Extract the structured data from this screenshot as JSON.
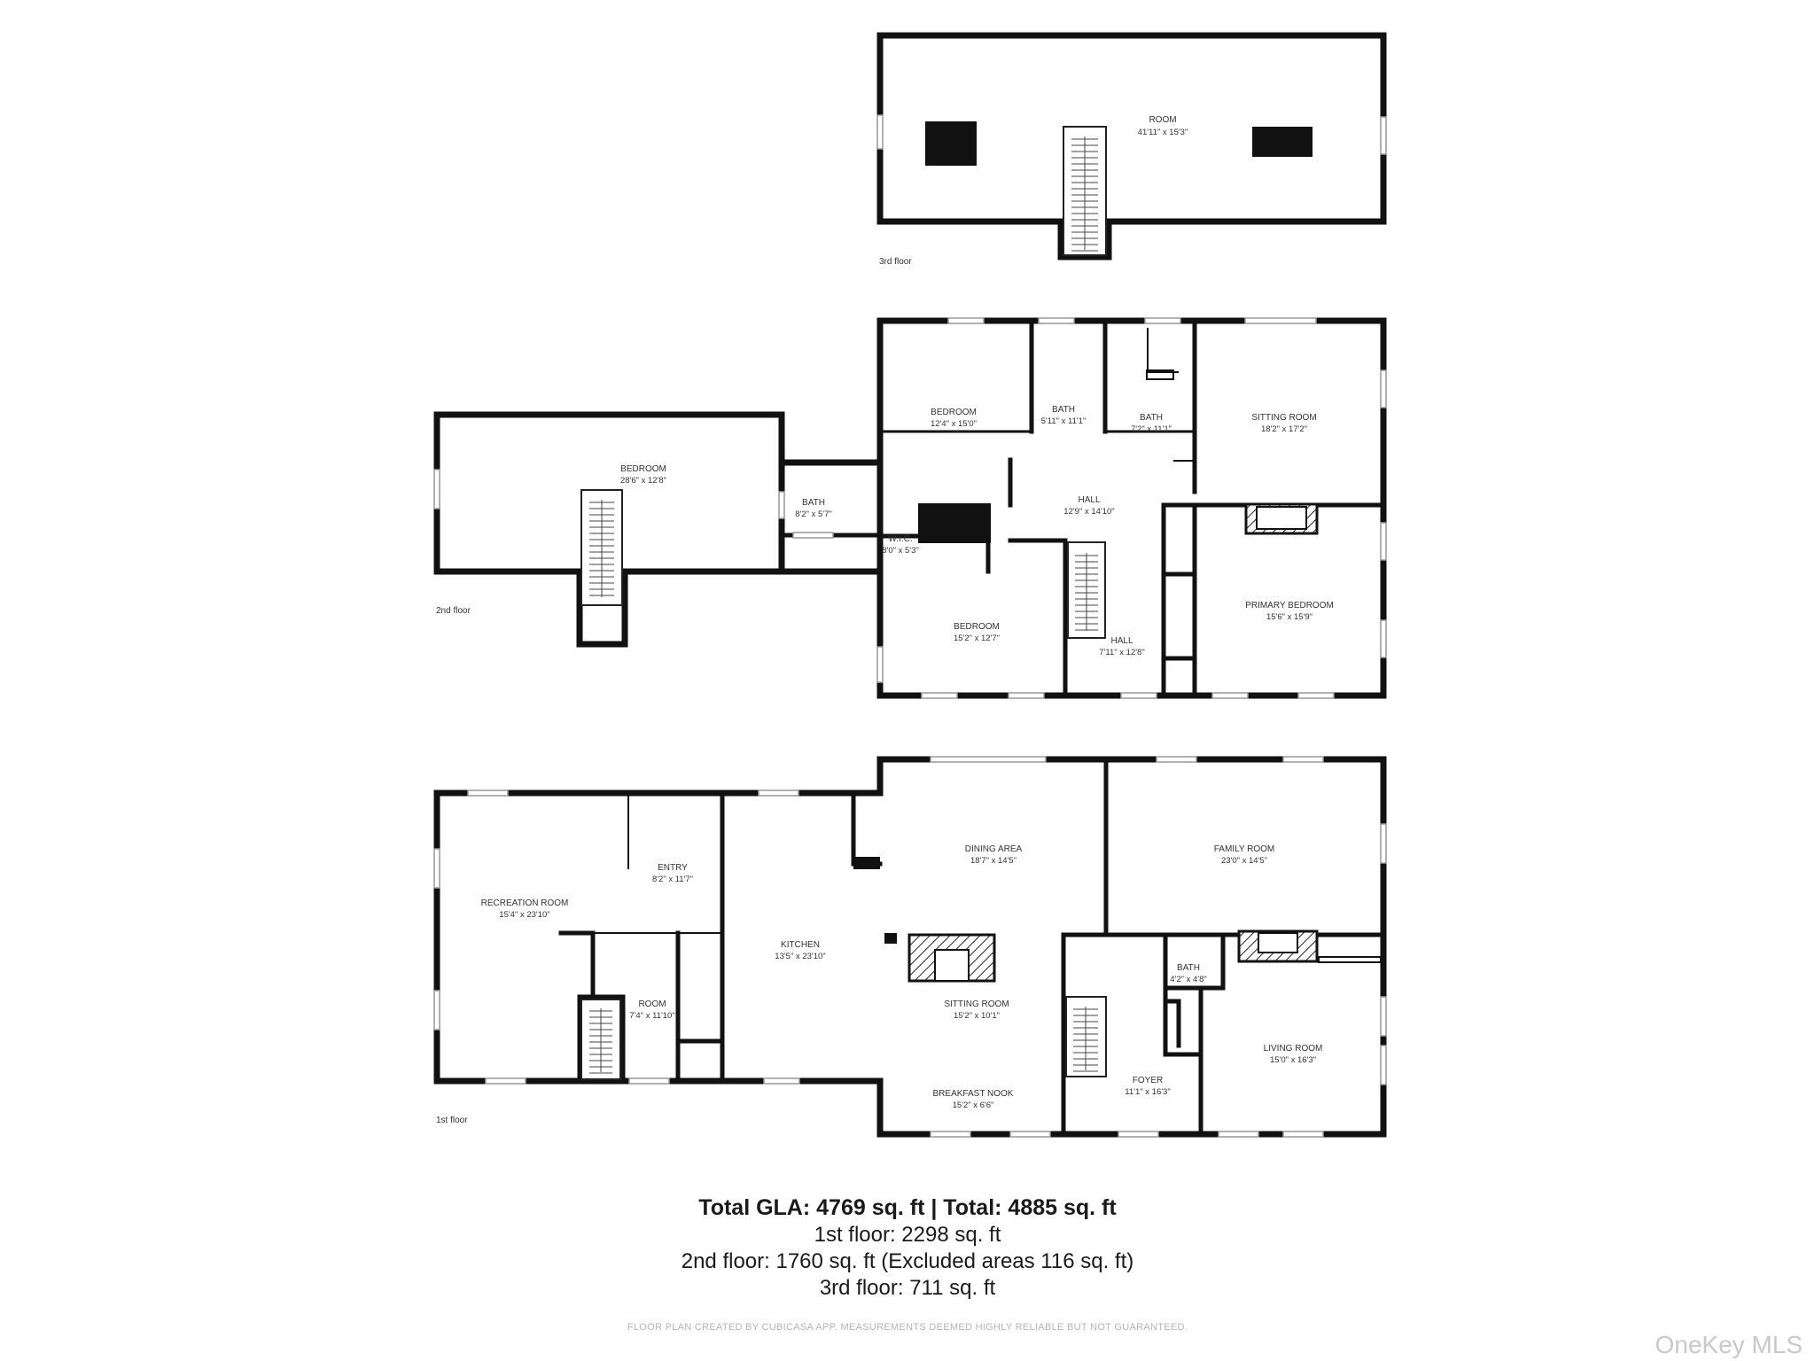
{
  "floors": {
    "third": {
      "label": "3rd floor",
      "rooms": [
        {
          "name": "ROOM",
          "dims": "41'11\" x 15'3\""
        }
      ]
    },
    "second": {
      "label": "2nd floor",
      "rooms": [
        {
          "name": "BEDROOM",
          "dims": "28'6\" x 12'8\""
        },
        {
          "name": "BATH",
          "dims": "8'2\" x 5'7\""
        },
        {
          "name": "BEDROOM",
          "dims": "12'4\" x 15'0\""
        },
        {
          "name": "BATH",
          "dims": "5'11\" x 11'1\""
        },
        {
          "name": "BATH",
          "dims": "7'2\" x 11'1\""
        },
        {
          "name": "SITTING ROOM",
          "dims": "18'2\" x 17'2\""
        },
        {
          "name": "HALL",
          "dims": "12'9\" x 14'10\""
        },
        {
          "name": "W.I.C.",
          "dims": "8'0\" x 5'3\""
        },
        {
          "name": "BEDROOM",
          "dims": "15'2\" x 12'7\""
        },
        {
          "name": "HALL",
          "dims": "7'11\" x 12'8\""
        },
        {
          "name": "PRIMARY BEDROOM",
          "dims": "15'6\" x 15'9\""
        }
      ]
    },
    "first": {
      "label": "1st floor",
      "rooms": [
        {
          "name": "RECREATION ROOM",
          "dims": "15'4\" x 23'10\""
        },
        {
          "name": "ENTRY",
          "dims": "8'2\" x 11'7\""
        },
        {
          "name": "ROOM",
          "dims": "7'4\" x 11'10\""
        },
        {
          "name": "KITCHEN",
          "dims": "13'5\" x 23'10\""
        },
        {
          "name": "DINING AREA",
          "dims": "18'7\" x 14'5\""
        },
        {
          "name": "FAMILY ROOM",
          "dims": "23'0\" x 14'5\""
        },
        {
          "name": "SITTING ROOM",
          "dims": "15'2\" x 10'1\""
        },
        {
          "name": "BREAKFAST NOOK",
          "dims": "15'2\" x 6'6\""
        },
        {
          "name": "BATH",
          "dims": "4'2\" x 4'8\""
        },
        {
          "name": "FOYER",
          "dims": "11'1\" x 16'3\""
        },
        {
          "name": "LIVING ROOM",
          "dims": "15'0\" x 16'3\""
        }
      ]
    }
  },
  "summary": {
    "total": "Total GLA: 4769 sq. ft | Total: 4885 sq. ft",
    "first_floor": "1st floor: 2298 sq. ft",
    "second_floor": "2nd floor: 1760 sq. ft (Excluded areas 116 sq. ft)",
    "third_floor": "3rd floor: 711 sq. ft"
  },
  "footer_note": "FLOOR PLAN CREATED BY CUBICASA APP. MEASUREMENTS DEEMED HIGHLY RELIABLE BUT NOT GUARANTEED.",
  "watermark": "OneKey MLS"
}
